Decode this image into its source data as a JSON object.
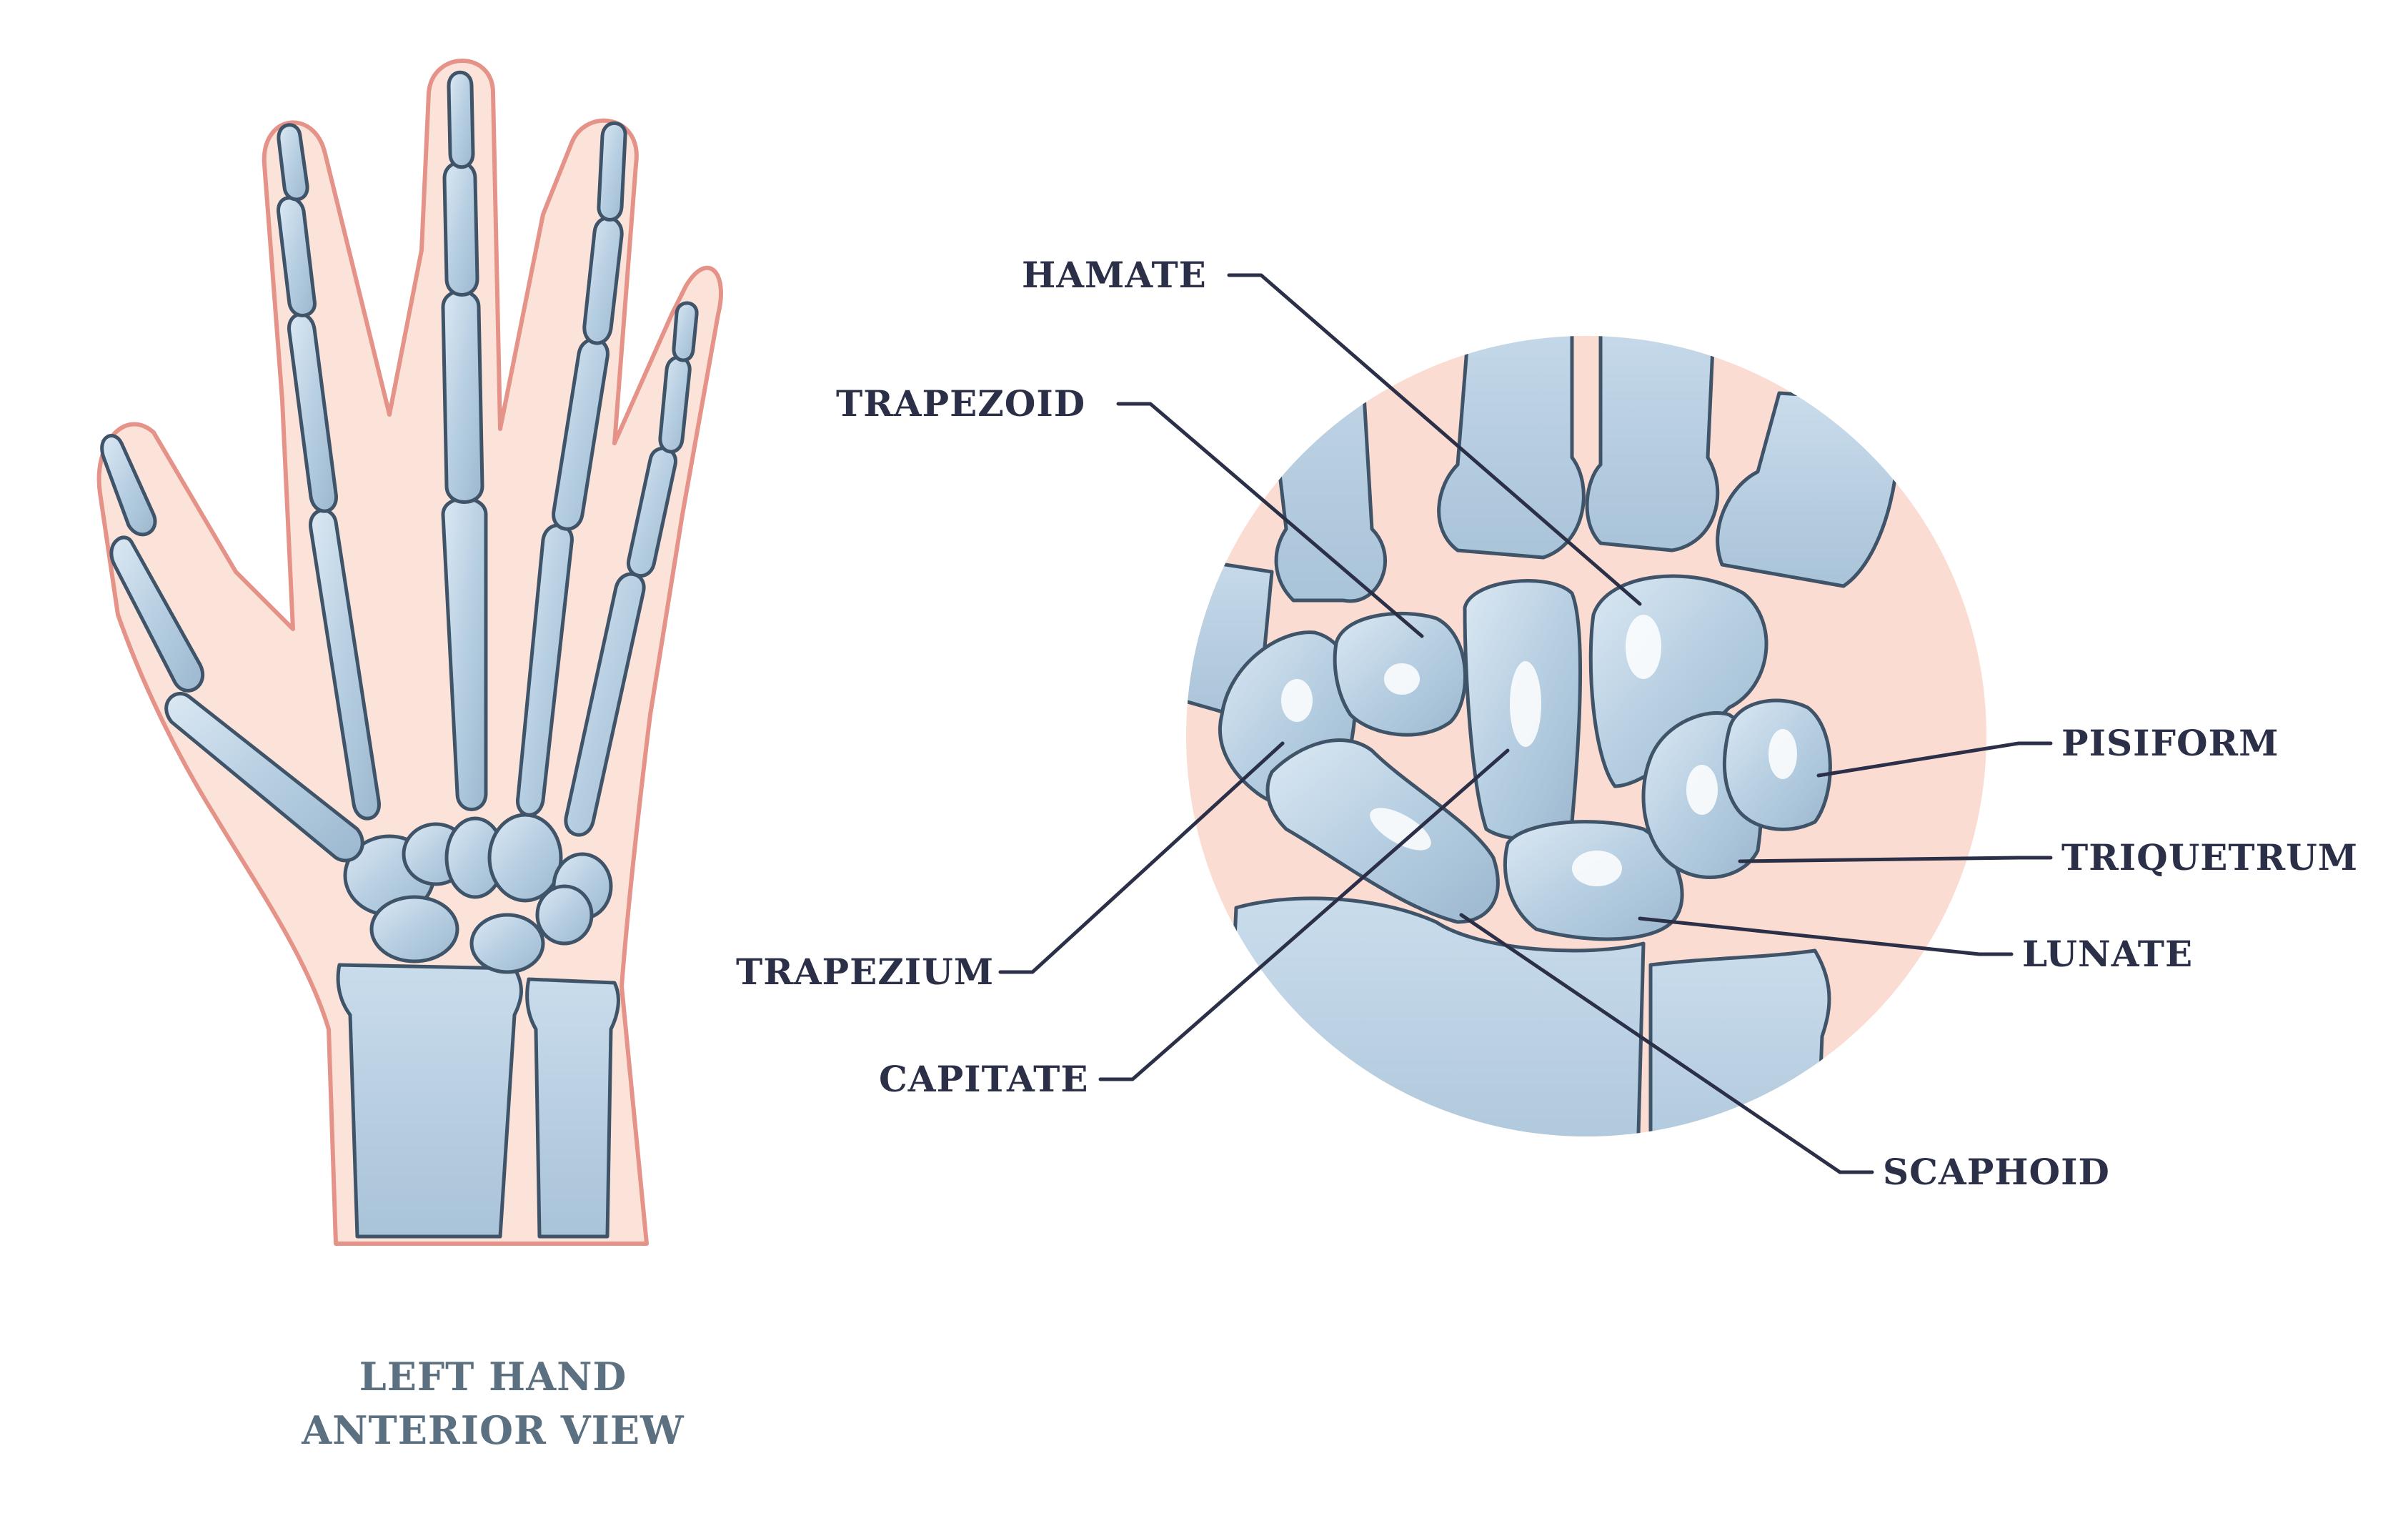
{
  "hand_view": {
    "caption_line1": "LEFT HAND",
    "caption_line2": "ANTERIOR VIEW"
  },
  "wrist_detail": {
    "labels": {
      "hamate": "HAMATE",
      "trapezoid": "TRAPEZOID",
      "trapezium": "TRAPEZIUM",
      "capitate": "CAPITATE",
      "pisiform": "PISIFORM",
      "triquetrum": "TRIQUETRUM",
      "lunate": "LUNATE",
      "scaphoid": "SCAPHOID"
    }
  },
  "colors": {
    "bone_fill": "#b7cfe2",
    "bone_outline": "#3f5468",
    "skin_fill": "#fbe3da",
    "skin_outline": "#e59388",
    "circle_fill": "#fbdcd2",
    "label_text": "#2b3048",
    "caption_text": "#5b7080"
  }
}
